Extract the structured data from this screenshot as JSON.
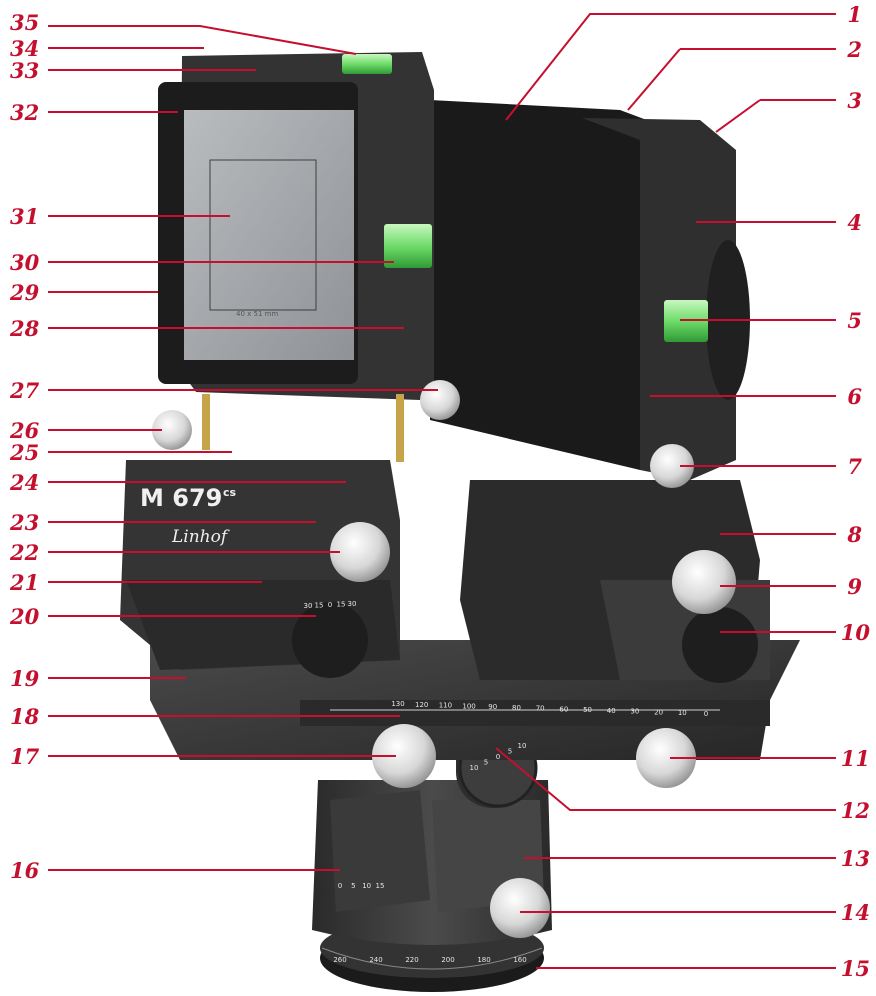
{
  "camera": {
    "model": "M 679",
    "model_suffix": "cs",
    "brand_script": "Linhof",
    "ground_glass_text": "40 x 51 mm",
    "base_scale_labels": [
      "130",
      "120",
      "110",
      "100",
      "90",
      "80",
      "70",
      "60",
      "50",
      "40",
      "30",
      "20",
      "10",
      "0"
    ],
    "swing_scale_labels": [
      "30",
      "15",
      "0",
      "15",
      "30"
    ],
    "rotation_scale_labels": [
      "260",
      "240",
      "220",
      "200",
      "180",
      "160"
    ],
    "small_scale_labels": [
      "10",
      "5",
      "0",
      "5",
      "10"
    ],
    "rise_scale_labels": [
      "0",
      "5",
      "10",
      "15"
    ]
  },
  "callouts": [
    {
      "id": "c1",
      "label": "1"
    },
    {
      "id": "c2",
      "label": "2"
    },
    {
      "id": "c3",
      "label": "3"
    },
    {
      "id": "c4",
      "label": "4"
    },
    {
      "id": "c5",
      "label": "5"
    },
    {
      "id": "c6",
      "label": "6"
    },
    {
      "id": "c7",
      "label": "7"
    },
    {
      "id": "c8",
      "label": "8"
    },
    {
      "id": "c9",
      "label": "9"
    },
    {
      "id": "c10",
      "label": "10"
    },
    {
      "id": "c11",
      "label": "11"
    },
    {
      "id": "c12",
      "label": "12"
    },
    {
      "id": "c13",
      "label": "13"
    },
    {
      "id": "c14",
      "label": "14"
    },
    {
      "id": "c15",
      "label": "15"
    },
    {
      "id": "c16",
      "label": "16"
    },
    {
      "id": "c17",
      "label": "17"
    },
    {
      "id": "c18",
      "label": "18"
    },
    {
      "id": "c19",
      "label": "19"
    },
    {
      "id": "c20",
      "label": "20"
    },
    {
      "id": "c21",
      "label": "21"
    },
    {
      "id": "c22",
      "label": "22"
    },
    {
      "id": "c23",
      "label": "23"
    },
    {
      "id": "c24",
      "label": "24"
    },
    {
      "id": "c25",
      "label": "25"
    },
    {
      "id": "c26",
      "label": "26"
    },
    {
      "id": "c27",
      "label": "27"
    },
    {
      "id": "c28",
      "label": "28"
    },
    {
      "id": "c29",
      "label": "29"
    },
    {
      "id": "c30",
      "label": "30"
    },
    {
      "id": "c31",
      "label": "31"
    },
    {
      "id": "c32",
      "label": "32"
    },
    {
      "id": "c33",
      "label": "33"
    },
    {
      "id": "c34",
      "label": "34"
    },
    {
      "id": "c35",
      "label": "35"
    }
  ],
  "colors": {
    "callout": "#c4102e",
    "camera_body": "#3a3a3a",
    "camera_dark": "#1f1f1f",
    "knob": "#e8e8e8",
    "spirit_level": "#7be07b"
  }
}
